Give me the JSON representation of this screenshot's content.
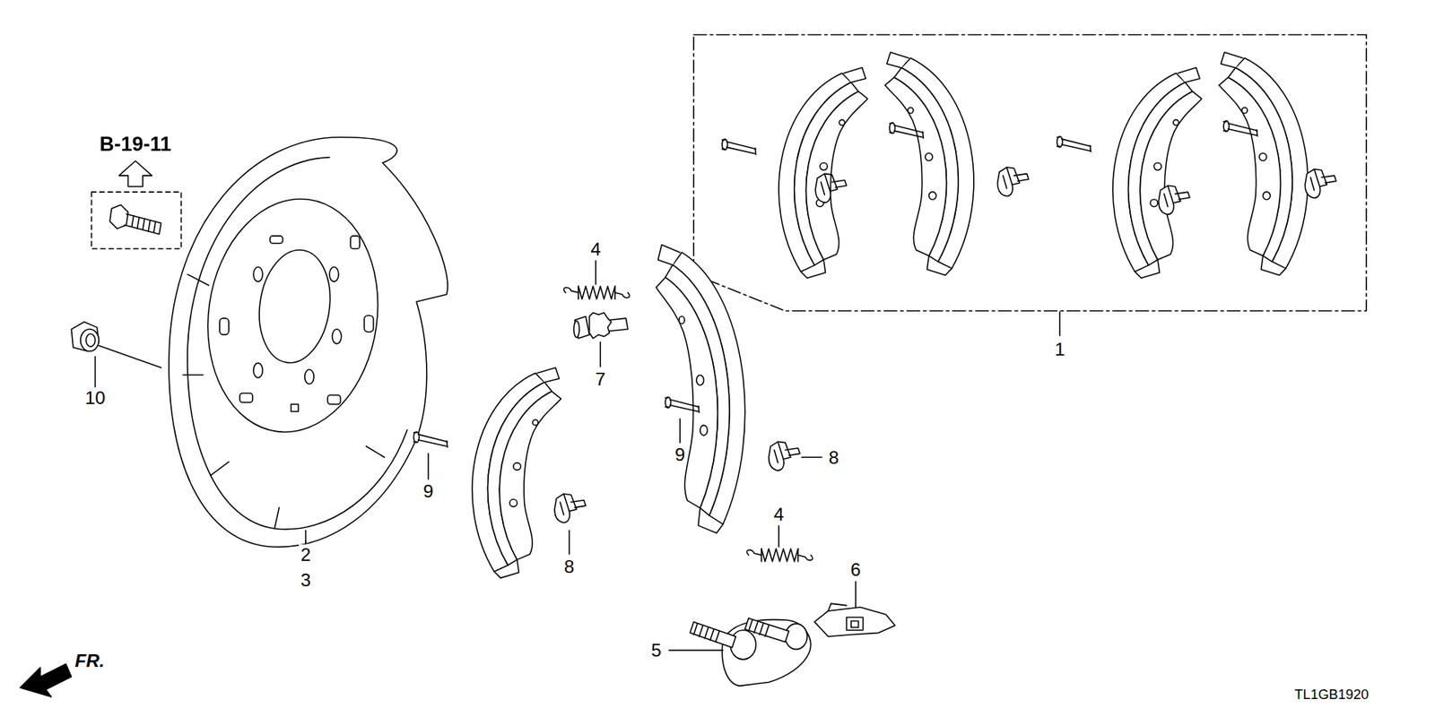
{
  "diagram": {
    "labels": [
      "B-19-11",
      "1",
      "2",
      "3",
      "4",
      "4",
      "5",
      "6",
      "7",
      "8",
      "8",
      "9",
      "9",
      "10",
      "FR.",
      "TL1GB1920"
    ]
  }
}
